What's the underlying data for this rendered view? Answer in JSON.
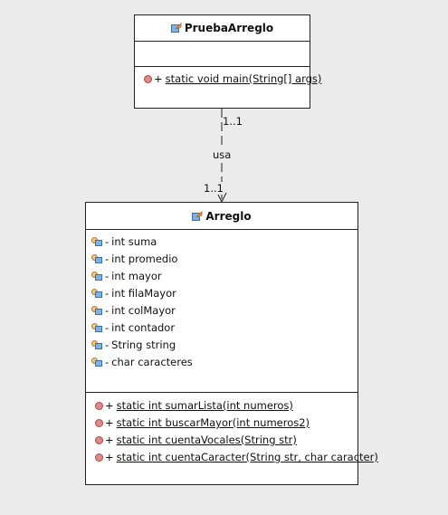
{
  "classes": [
    {
      "name": "PruebaArreglo",
      "attributes": [],
      "operations": [
        {
          "visibility": "+",
          "text": "static void main(String[] args)"
        }
      ]
    },
    {
      "name": "Arreglo",
      "attributes": [
        {
          "visibility": "-",
          "text": "int suma"
        },
        {
          "visibility": "-",
          "text": "int promedio"
        },
        {
          "visibility": "-",
          "text": "int mayor"
        },
        {
          "visibility": "-",
          "text": "int filaMayor"
        },
        {
          "visibility": "-",
          "text": "int colMayor"
        },
        {
          "visibility": "-",
          "text": "int contador"
        },
        {
          "visibility": "-",
          "text": "String string"
        },
        {
          "visibility": "-",
          "text": "char caracteres"
        }
      ],
      "operations": [
        {
          "visibility": "+",
          "text": "static int sumarLista(int numeros)"
        },
        {
          "visibility": "+",
          "text": "static int buscarMayor(int numeros2)"
        },
        {
          "visibility": "+",
          "text": "static int cuentaVocales(String str)"
        },
        {
          "visibility": "+",
          "text": "static int cuentaCaracter(String str, char caracter)"
        }
      ]
    }
  ],
  "association": {
    "label": "usa",
    "source_multiplicity": "1..1",
    "target_multiplicity": "1..1"
  },
  "icons": {
    "class": "class-icon",
    "attribute": "field-icon",
    "operation": "method-icon"
  }
}
